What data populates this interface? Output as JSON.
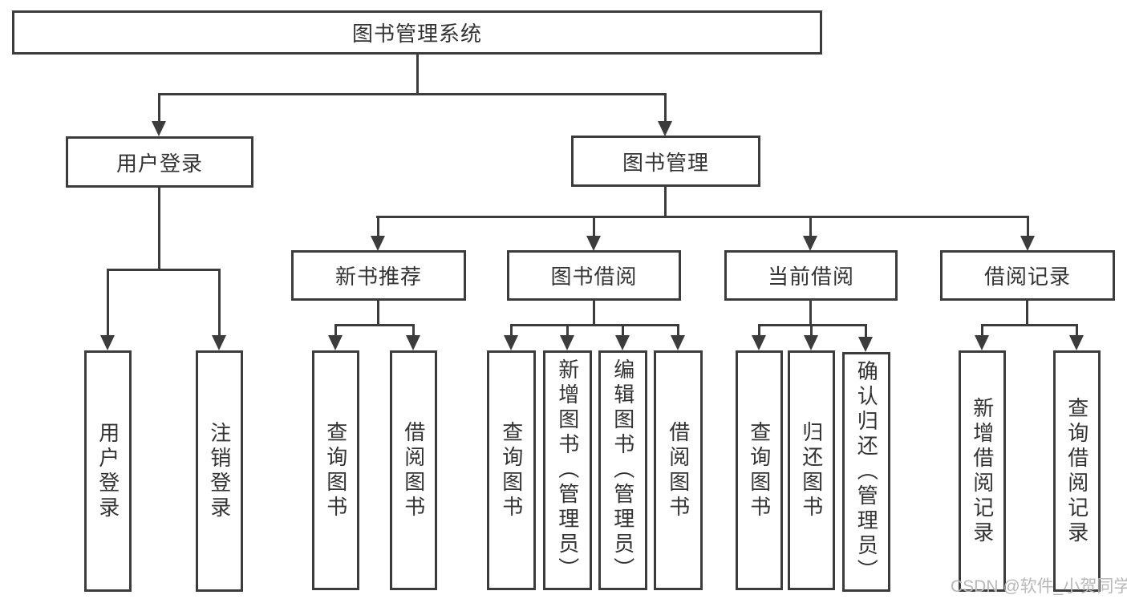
{
  "tree": {
    "root": {
      "label": "图书管理系统"
    },
    "branches": [
      {
        "label": "用户登录",
        "children": [
          {
            "label": "用户登录"
          },
          {
            "label": "注销登录"
          }
        ]
      },
      {
        "label": "图书管理",
        "groups": [
          {
            "label": "新书推荐",
            "children": [
              {
                "label": "查询图书"
              },
              {
                "label": "借阅图书"
              }
            ]
          },
          {
            "label": "图书借阅",
            "children": [
              {
                "label": "查询图书"
              },
              {
                "label": "新增图书（管理员）"
              },
              {
                "label": "编辑图书（管理员）"
              },
              {
                "label": "借阅图书"
              }
            ]
          },
          {
            "label": "当前借阅",
            "children": [
              {
                "label": "查询图书"
              },
              {
                "label": "归还图书"
              },
              {
                "label": "确认归还（管理员）"
              }
            ]
          },
          {
            "label": "借阅记录",
            "children": [
              {
                "label": "新增借阅记录"
              },
              {
                "label": "查询借阅记录"
              }
            ]
          }
        ]
      }
    ]
  },
  "watermark": {
    "text": "CSDN @软件_小贺同学"
  },
  "colors": {
    "line": "#3c3c3c",
    "text": "#333333",
    "watermark": "#b8b8b8",
    "background": "#ffffff"
  }
}
